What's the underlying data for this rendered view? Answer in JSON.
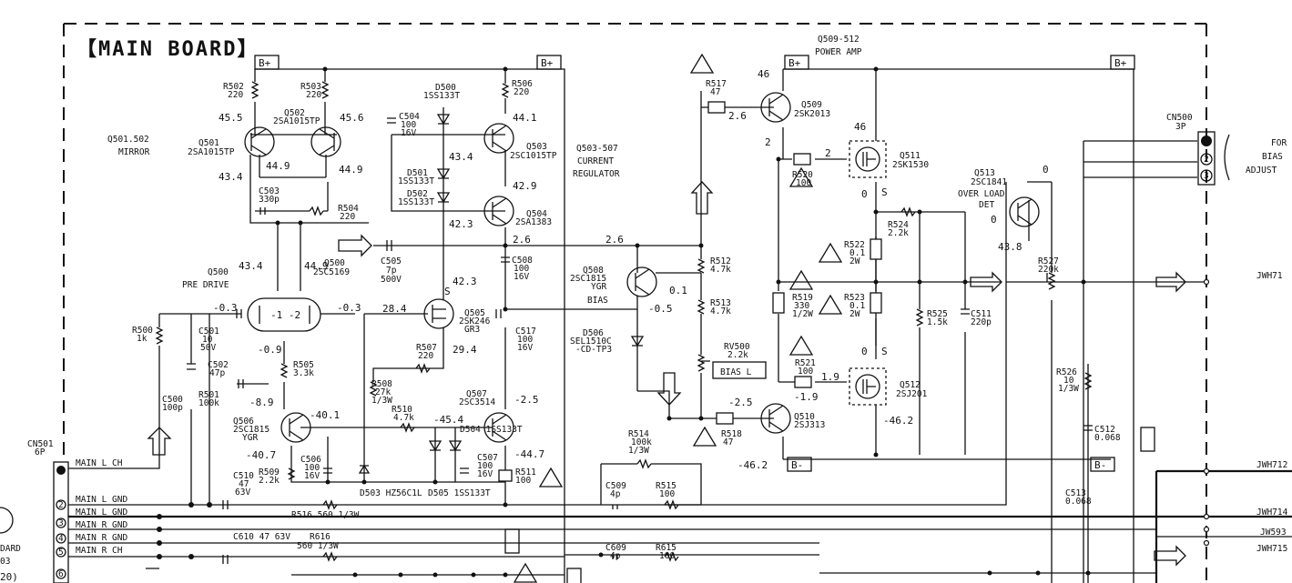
{
  "board_title": "【MAIN BOARD】",
  "rails": {
    "bplus": "B+",
    "bminus": "B-"
  },
  "blocks": {
    "mirror": [
      "Q501.502",
      "MIRROR"
    ],
    "pre_drive": [
      "Q500",
      "PRE DRIVE"
    ],
    "current_regulator": [
      "Q503-507",
      "CURRENT",
      "REGULATOR"
    ],
    "bias": "BIAS",
    "power_amp": [
      "Q509-512",
      "POWER AMP"
    ],
    "over_load": [
      "Q513",
      "2SC1841",
      "OVER LOAD",
      "DET"
    ],
    "bias_l": "BIAS L",
    "bias_adjust": [
      "FOR",
      "BIAS",
      "ADJUST"
    ],
    "cn500": [
      "CN500",
      "3P"
    ],
    "cn501": [
      "CN501",
      "6P"
    ],
    "left_board": [
      "DARD",
      "03",
      "20)"
    ]
  },
  "voltages": {
    "v_45_5": "45.5",
    "v_45_6": "45.6",
    "v_44_9a": "44.9",
    "v_44_9b": "44.9",
    "v_43_4a": "43.4",
    "v_44_1": "44.1",
    "v_43_4b": "43.4",
    "v_42_9": "42.9",
    "v_42_3a": "42.3",
    "v_2_6a": "2.6",
    "v_43_4c": "43.4",
    "v_44_9c": "44.9",
    "v_m0_3a": "-0.3",
    "v_m0_3b": "-0.3",
    "v_m0_9": "-0.9",
    "v_28_4": "28.4",
    "v_42_3b": "42.3",
    "v_29_4": "29.4",
    "v_m8_9": "-8.9",
    "v_m40_1": "-40.1",
    "v_m40_7": "-40.7",
    "v_m45_4": "-45.4",
    "v_m2_5a": "-2.5",
    "v_m44_7": "-44.7",
    "v_2_6b": "2.6",
    "v_0_1": "0.1",
    "v_m0_5": "-0.5",
    "v_46a": "46",
    "v_2_6c": "2.6",
    "v_2": "2",
    "v_46b": "46",
    "v_2b": "2",
    "v_0a": "0",
    "v_0b": "0",
    "v_0c": "0",
    "v_43_8": "43.8",
    "v_0d": "0",
    "v_1_9": "1.9",
    "v_m1_9": "-1.9",
    "v_m2_5b": "-2.5",
    "v_m46_2a": "-46.2",
    "v_m46_2b": "-46.2",
    "q500_pins": "-1 -2"
  },
  "components": {
    "r502": [
      "R502",
      "220"
    ],
    "r503": [
      "R503",
      "220"
    ],
    "q502": [
      "Q502",
      "2SA1015TP"
    ],
    "q501": [
      "Q501",
      "2SA1015TP"
    ],
    "c503": [
      "C503",
      "330p"
    ],
    "r504": [
      "R504",
      "220"
    ],
    "d500": [
      "D500",
      "1SS133T"
    ],
    "c504": [
      "C504",
      "100",
      "16V"
    ],
    "r506": [
      "R506",
      "220"
    ],
    "q503": [
      "Q503",
      "2SC1015TP"
    ],
    "d501": [
      "D501",
      "1SS133T"
    ],
    "d502": [
      "D502",
      "1SS133T"
    ],
    "q504": [
      "Q504",
      "2SA1383"
    ],
    "c505": [
      "C505",
      "7p",
      "500V"
    ],
    "q500": [
      "Q500",
      "2SC5169"
    ],
    "c508": [
      "C508",
      "100",
      "16V"
    ],
    "r500": [
      "R500",
      "1k"
    ],
    "c501": [
      "C501",
      "10",
      "50V"
    ],
    "q505": [
      "Q505",
      "2SK246",
      "GR3"
    ],
    "c502": [
      "C502",
      "47p"
    ],
    "r505": [
      "R505",
      "3.3k"
    ],
    "r507": [
      "R507",
      "220"
    ],
    "c517": [
      "C517",
      "100",
      "16V"
    ],
    "c500": [
      "C500",
      "100p"
    ],
    "r501": [
      "R501",
      "100k"
    ],
    "r508": [
      "R508",
      "27k",
      "1/3W"
    ],
    "q506": [
      "Q506",
      "2SC1815",
      "YGR"
    ],
    "r510": [
      "R510",
      "4.7k"
    ],
    "q507": [
      "Q507",
      "2SC3514"
    ],
    "c506": [
      "C506",
      "100",
      "16V"
    ],
    "d503": "D503 HZ56C1L",
    "d505": "D505 1SS133T",
    "d504": "D504 1SS133T",
    "c507": [
      "C507",
      "100",
      "16V"
    ],
    "r511": [
      "R511",
      "100"
    ],
    "c510": [
      "C510",
      "47",
      "63V"
    ],
    "r509": [
      "R509",
      "2.2k"
    ],
    "r516": "R516 560 1/3W",
    "c610": "C610 47 63V",
    "r616": [
      "R616",
      "560 1/3W"
    ],
    "q508": [
      "Q508",
      "2SC1815",
      "YGR"
    ],
    "r512": [
      "R512",
      "4.7k"
    ],
    "r513": [
      "R513",
      "4.7k"
    ],
    "d506": [
      "D506",
      "SEL1510C",
      "-CD-TP3"
    ],
    "rv500": [
      "RV500",
      "2.2k"
    ],
    "r514": [
      "R514",
      "100k",
      "1/3W"
    ],
    "c509": [
      "C509",
      "4p"
    ],
    "r515": [
      "R515",
      "100"
    ],
    "c609": [
      "C609",
      "4p"
    ],
    "r615": [
      "R615",
      "100"
    ],
    "r517": [
      "R517",
      "47"
    ],
    "q509": [
      "Q509",
      "2SK2013"
    ],
    "r520": [
      "R520",
      "100"
    ],
    "q511": [
      "Q511",
      "2SK1530"
    ],
    "r524": [
      "R524",
      "2.2k"
    ],
    "r522": [
      "R522",
      "0.1",
      "2W"
    ],
    "r519": [
      "R519",
      "330",
      "1/2W"
    ],
    "r523": [
      "R523",
      "0.1",
      "2W"
    ],
    "r525": [
      "R525",
      "1.5k"
    ],
    "c511": [
      "C511",
      "220p"
    ],
    "r527": [
      "R527",
      "220k"
    ],
    "r521": [
      "R521",
      "100"
    ],
    "q512": [
      "Q512",
      "2SJ201"
    ],
    "q510": [
      "Q510",
      "2SJ313"
    ],
    "r518": [
      "R518",
      "47"
    ],
    "r526": [
      "R526",
      "10",
      "1/3W"
    ],
    "c512": [
      "C512",
      "0.068"
    ],
    "c513": [
      "C513",
      "0.068"
    ]
  },
  "nets": {
    "main_l_ch": "MAIN L CH",
    "main_l_gnd1": "MAIN L GND",
    "main_l_gnd2": "MAIN L GND",
    "main_r_gnd1": "MAIN R GND",
    "main_r_gnd2": "MAIN R GND",
    "main_r_ch": "MAIN R CH",
    "jwh71": "JWH71",
    "jwh712": "JWH712",
    "jwh714": "JWH714",
    "jw593": "JW593",
    "jwh715": "JWH715"
  },
  "pins": [
    "1",
    "2",
    "3",
    "4",
    "5",
    "6"
  ]
}
